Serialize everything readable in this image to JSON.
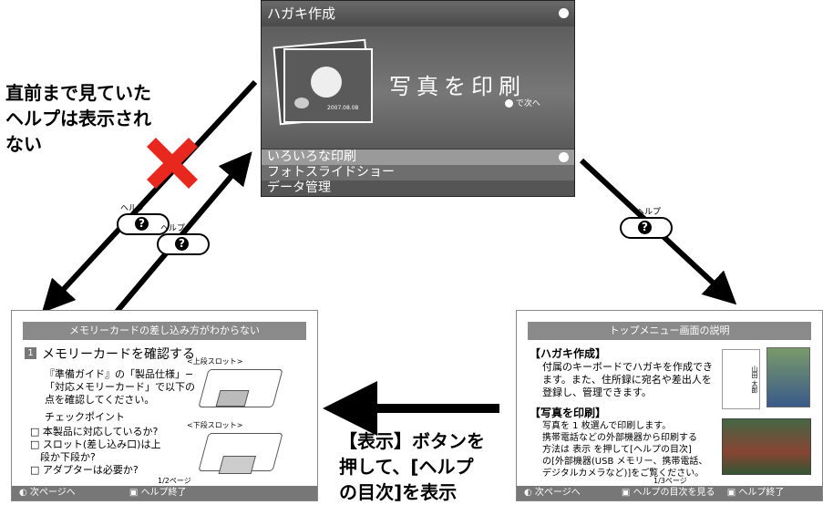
{
  "top_screen": {
    "title": "ハガキ作成",
    "main_label": "写真を印刷",
    "next_hint": "で次へ",
    "photo_date": "2007.08.08",
    "menu": [
      "いろいろな印刷",
      "フォトスライドショー",
      "データ管理"
    ]
  },
  "note_left": [
    "直前まで見ていた",
    "ヘルプは表示され",
    "ない"
  ],
  "help_buttons": [
    {
      "label": "ヘルプ",
      "icon": "?"
    },
    {
      "label": "ヘルプ",
      "icon": "?"
    },
    {
      "label": "ヘルプ",
      "icon": "?"
    }
  ],
  "left_screen": {
    "header": "メモリーカードの差し込み方がわからない",
    "step_num": "1",
    "step_title": "メモリーカードを確認する",
    "intro": [
      "『準備ガイド』の「製品仕様」−",
      "「対応メモリーカード」で以下の",
      "点を確認してください。"
    ],
    "check_title": "チェックポイント",
    "checks": [
      "□ 本製品に対応しているか?",
      "□ スロット(差し込み口)は上",
      "　段か下段か?",
      "□ アダプターは必要か?"
    ],
    "upper_slot": "<上段スロット>",
    "lower_slot": "<下段スロット>",
    "page": "1/2ページ",
    "foot_next": "次ページへ",
    "foot_end": "ヘルプ終了"
  },
  "right_screen": {
    "header": "トップメニュー画面の説明",
    "section1": "【ハガキ作成】",
    "text1": [
      "付属のキーボードでハガキを作成でき",
      "ます。また、住所録に宛名や差出人を",
      "登録し、管理できます。"
    ],
    "section2": "【写真を印刷】",
    "text2": [
      "写真を 1 枚選んで印刷します。",
      "携帯電話などの外部機器から印刷する",
      "方法は 表示 を押して[ヘルプの目次]",
      "の[外部機器(USB メモリー、携帯電話、",
      "デジタルカメラなど)]をご覧ください。"
    ],
    "page": "1/3ページ",
    "foot_next": "次ページへ",
    "foot_toc": "ヘルプの目次を見る",
    "foot_end": "ヘルプ終了",
    "card_name": "山田 太郎"
  },
  "note_bottom": [
    "【表示】ボタンを",
    "押して、[ヘルプ",
    "の目次]を表示"
  ]
}
